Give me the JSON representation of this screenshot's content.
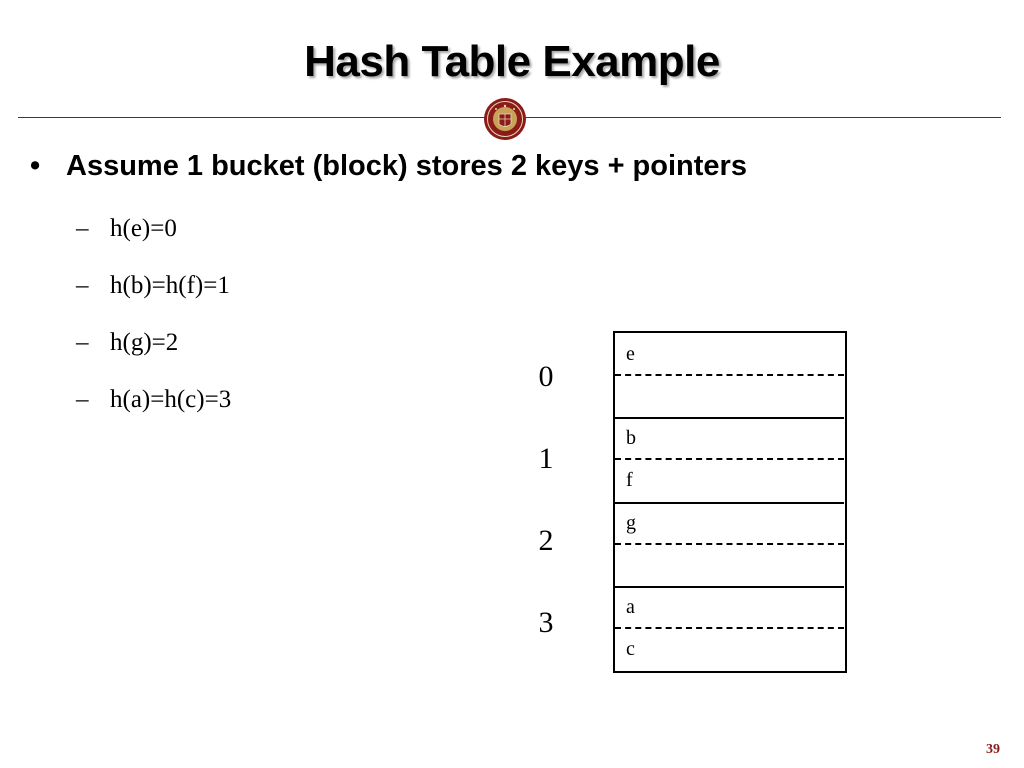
{
  "slide": {
    "title": "Hash Table Example",
    "page_number": "39",
    "accent_color": "#8b1a1a"
  },
  "bullet": {
    "marker": "•",
    "text": "Assume 1 bucket (block) stores 2 keys + pointers"
  },
  "subitems": [
    {
      "marker": "–",
      "text": "h(e)=0"
    },
    {
      "marker": "–",
      "text": "h(b)=h(f)=1"
    },
    {
      "marker": "–",
      "text": "h(g)=2"
    },
    {
      "marker": "–",
      "text": "h(a)=h(c)=3"
    }
  ],
  "hash_table": {
    "buckets": [
      {
        "index": "0",
        "slots": [
          "e",
          ""
        ]
      },
      {
        "index": "1",
        "slots": [
          "b",
          "f"
        ]
      },
      {
        "index": "2",
        "slots": [
          "g",
          ""
        ]
      },
      {
        "index": "3",
        "slots": [
          "a",
          "c"
        ]
      }
    ]
  },
  "logo": {
    "icon": "university-seal-icon"
  }
}
